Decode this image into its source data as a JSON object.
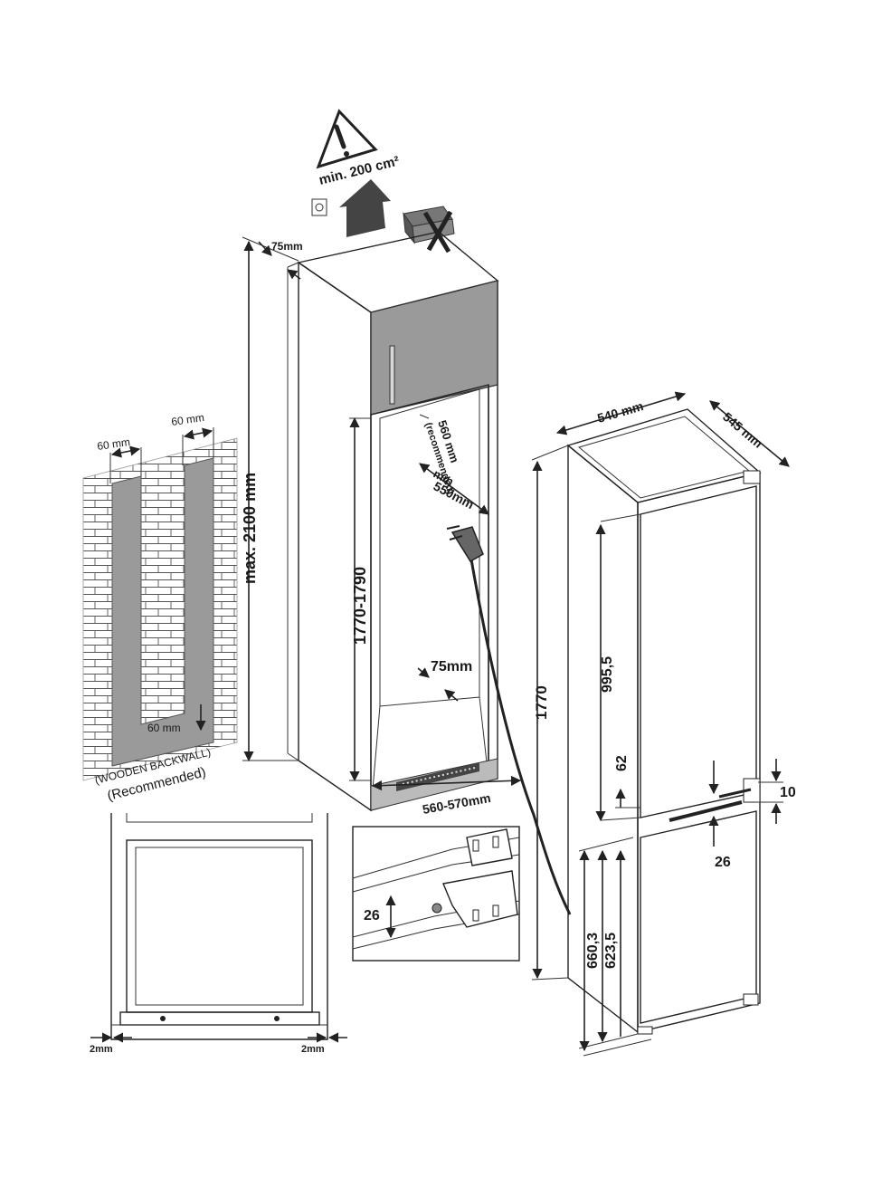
{
  "warning": {
    "text": "min. 200 cm²"
  },
  "niche": {
    "gap_top": "75mm",
    "max_height": "max. 2100 mm",
    "height_range": "1770-1790",
    "depth_recommended_a": "560 mm",
    "depth_recommended_b": "(recommended)",
    "depth_min_a": "min",
    "depth_min_b": "550mm",
    "gap_back": "75mm",
    "width_range": "560-570mm"
  },
  "backwall": {
    "width_left": "60 mm",
    "width_right": "60 mm",
    "width_bottom": "60 mm",
    "caption_line1": "(WOODEN BACKWALL)",
    "caption_line2": "(Recommended)"
  },
  "plan": {
    "gap_left": "2mm",
    "gap_right": "2mm"
  },
  "detail": {
    "hinge_offset": "26"
  },
  "appliance": {
    "width": "540 mm",
    "depth": "545 mm",
    "height": "1770",
    "upper_door": "995,5",
    "gap_62": "62",
    "hinge_10": "10",
    "hinge_26": "26",
    "lower_a": "660,3",
    "lower_b": "623,5"
  },
  "colors": {
    "cabinet_door": "#9a9a9a",
    "line": "#222222",
    "arrow": "#4a4a4a"
  }
}
